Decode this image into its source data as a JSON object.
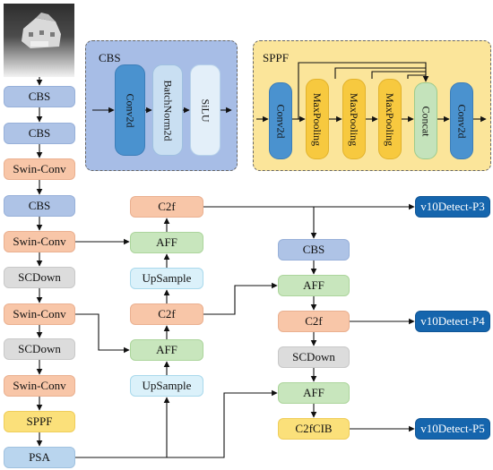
{
  "backbone": [
    "CBS",
    "CBS",
    "Swin-Conv",
    "CBS",
    "Swin-Conv",
    "SCDown",
    "Swin-Conv",
    "SCDown",
    "Swin-Conv",
    "SPPF",
    "PSA"
  ],
  "neck": {
    "c2f_top": "C2f",
    "aff1": "AFF",
    "upsample1": "UpSample",
    "c2f_mid": "C2f",
    "aff2": "AFF",
    "upsample2": "UpSample"
  },
  "head": {
    "cbs": "CBS",
    "aff3": "AFF",
    "c2f": "C2f",
    "scdown": "SCDown",
    "aff4": "AFF",
    "c2fcib": "C2fCIB"
  },
  "detect": [
    "v10Detect-P3",
    "v10Detect-P4",
    "v10Detect-P5"
  ],
  "cbs_panel": {
    "title": "CBS",
    "blocks": [
      "Conv2d",
      "BatchNorm2d",
      "SiLU"
    ]
  },
  "sppf_panel": {
    "title": "SPPF",
    "blocks": [
      "Conv2d",
      "MaxPooling",
      "MaxPooling",
      "MaxPooling",
      "Concat",
      "Conv2d"
    ]
  },
  "colors": {
    "cbs": "#aec3e6",
    "swin": "#f8c6a8",
    "scdown": "#dcdcdc",
    "sppf": "#fbe07a",
    "psa": "#b9d5ee",
    "aff": "#c8e6bd",
    "upsample": "#dbf1fa",
    "detect": "#1565ad",
    "cbs_panel": "#a7bde6",
    "sppf_panel": "#fbe59a"
  }
}
